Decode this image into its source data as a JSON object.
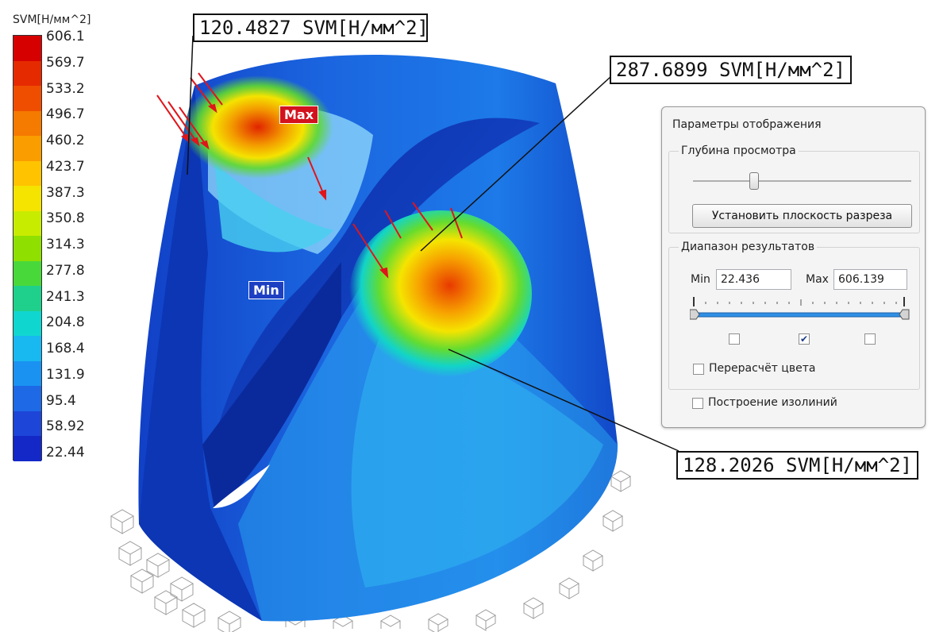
{
  "legend": {
    "title": "SVM[H/мм^2]",
    "labels": [
      "606.1",
      "569.7",
      "533.2",
      "496.7",
      "460.2",
      "423.7",
      "387.3",
      "350.8",
      "314.3",
      "277.8",
      "241.3",
      "204.8",
      "168.4",
      "131.9",
      "95.4",
      "58.92",
      "22.44"
    ],
    "colors": [
      "#d60000",
      "#e52a00",
      "#ef4e00",
      "#f57a00",
      "#fa9d00",
      "#ffc300",
      "#f5e300",
      "#c8ec00",
      "#8fe000",
      "#49d83a",
      "#1fd08c",
      "#10d6d0",
      "#18b8f0",
      "#1a92f2",
      "#1d69e6",
      "#1d45d8",
      "#1428c8"
    ]
  },
  "callouts": {
    "top_left": "120.4827 SVM[H/мм^2]",
    "top_right": "287.6899 SVM[H/мм^2]",
    "bottom_right": "128.2026 SVM[H/мм^2]"
  },
  "tags": {
    "max": "Max",
    "min": "Min"
  },
  "panel": {
    "title": "Параметры отображения",
    "depth_group": {
      "title": "Глубина просмотра",
      "slider_position": 0.28,
      "button": "Установить плоскость разреза"
    },
    "range_group": {
      "title": "Диапазон результатов",
      "min_label": "Min",
      "min_value": "22.436",
      "max_label": "Max",
      "max_value": "606.139",
      "checkboxes": [
        false,
        true,
        false
      ],
      "recalc_label": "Перерасчёт цвета",
      "recalc_checked": false
    },
    "isolines_label": "Построение изолиний",
    "isolines_checked": false
  }
}
